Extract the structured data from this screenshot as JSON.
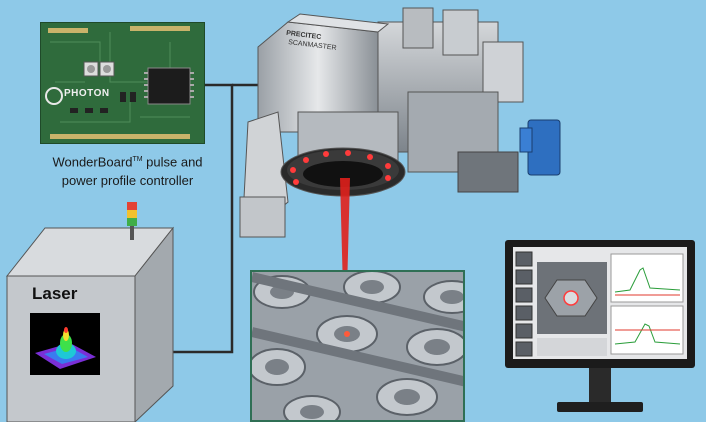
{
  "board": {
    "logo_text": "PHOTON",
    "caption_line1_prefix": "WonderBoard",
    "caption_tm": "TM",
    "caption_line1_suffix": " pulse and",
    "caption_line2": "power profile controller"
  },
  "scanner": {
    "brand_text": "PRECITEC",
    "model_text": "SCANMASTER"
  },
  "laser": {
    "label": "Laser"
  },
  "colors": {
    "background": "#8ec9e8",
    "beam": "#e0201c",
    "wire": "#2a2a2a",
    "pcb": "#2f6b3c"
  }
}
